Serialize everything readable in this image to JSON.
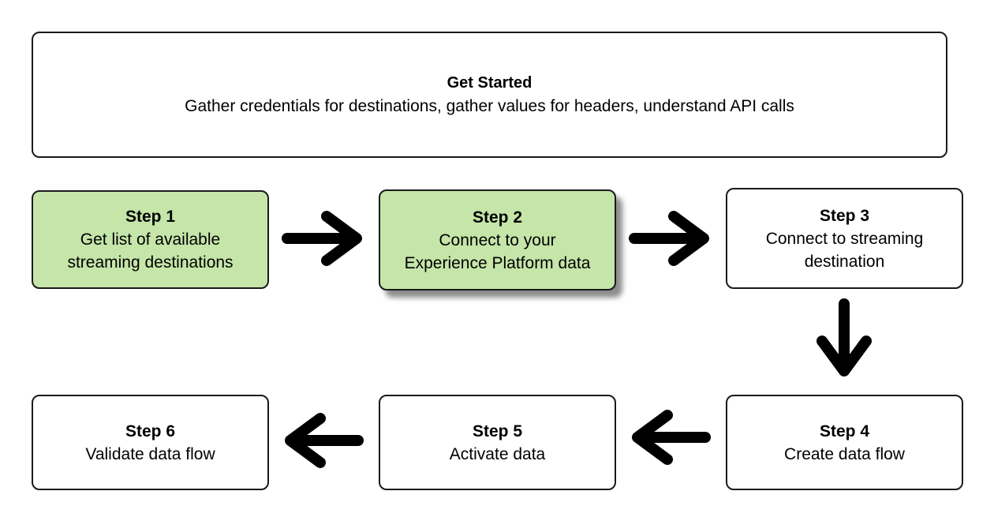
{
  "header": {
    "title": "Get Started",
    "description": "Gather credentials for destinations, gather values for headers, understand API calls"
  },
  "steps": [
    {
      "title": "Step 1",
      "lines": [
        "Get list of available",
        "streaming destinations"
      ],
      "highlighted": true
    },
    {
      "title": "Step 2",
      "lines": [
        "Connect to your",
        "Experience Platform data"
      ],
      "highlighted": true,
      "active": true
    },
    {
      "title": "Step 3",
      "lines": [
        "Connect to streaming",
        "destination"
      ],
      "highlighted": false
    },
    {
      "title": "Step 4",
      "lines": [
        "Create data flow"
      ],
      "highlighted": false
    },
    {
      "title": "Step 5",
      "lines": [
        "Activate data"
      ],
      "highlighted": false
    },
    {
      "title": "Step 6",
      "lines": [
        "Validate data flow"
      ],
      "highlighted": false
    }
  ],
  "colors": {
    "highlight": "#c5e5a9",
    "border": "#1a1a1a",
    "arrow": "#000000"
  }
}
